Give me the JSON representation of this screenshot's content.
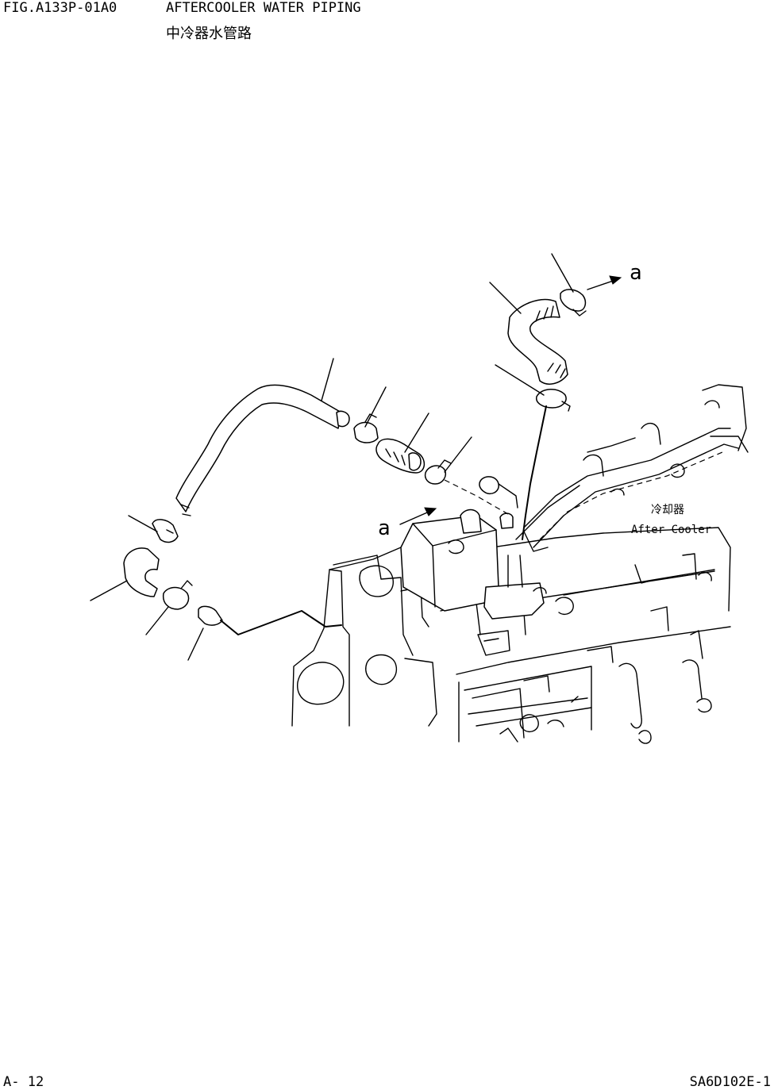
{
  "header": {
    "fig_code": "FIG.A133P-01A0",
    "title": "AFTERCOOLER WATER PIPING",
    "title_cn": "中冷器水管路"
  },
  "diagram": {
    "ref_mark_top": "a",
    "ref_mark_left": "a",
    "component_label_cn": "冷却器",
    "component_label": "After Cooler"
  },
  "footer": {
    "page": "A- 12",
    "doc_code": "SA6D102E-1"
  }
}
